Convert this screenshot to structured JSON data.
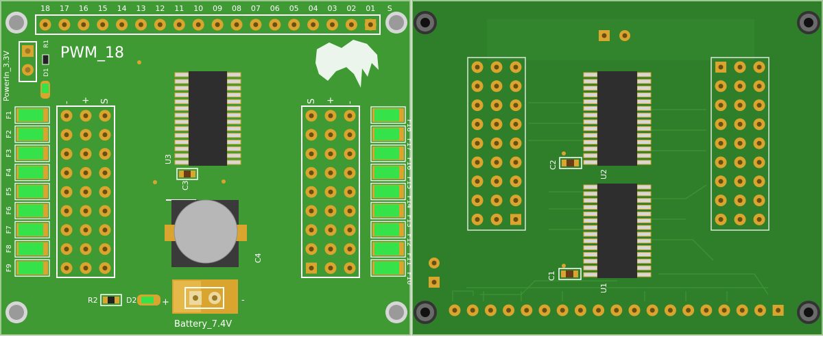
{
  "colors": {
    "board_top": "#3f9a33",
    "board_bottom": "#2f7f2a",
    "copper": "#d9a52e",
    "silk": "#ffffff",
    "ic_body": "#2e2e2e",
    "ic_pin": "#d8d8d8",
    "fuse_body": "#36e24a",
    "capacitor": "#b7b7b7"
  },
  "top_view": {
    "header_numbers": [
      "18",
      "17",
      "16",
      "15",
      "14",
      "13",
      "12",
      "11",
      "10",
      "09",
      "08",
      "07",
      "06",
      "05",
      "04",
      "03",
      "02",
      "01",
      "S"
    ],
    "title": "PWM_18",
    "power_label": "PowerIn_3.3V",
    "r1_label": "R1",
    "d1_label": "D1",
    "left_fuse_labels": [
      "F1",
      "F2",
      "F3",
      "F4",
      "F5",
      "F6",
      "F7",
      "F8",
      "F9"
    ],
    "right_fuse_labels": [
      "F18",
      "F17",
      "F16",
      "F15",
      "F14",
      "F13",
      "F12",
      "F11",
      "F10"
    ],
    "left_header_cols": [
      "-",
      "+",
      "S"
    ],
    "right_header_cols": [
      "S",
      "+",
      "-"
    ],
    "u3_label": "U3",
    "c3_label": "C3",
    "c4_label": "C4",
    "r2_label": "R2",
    "d2_label": "D2",
    "battery_label": "Battery_7.4V",
    "plus_label": "+",
    "minus_label": "-"
  },
  "bottom_view": {
    "c2_label": "C2",
    "u2_label": "U2",
    "c1_label": "C1",
    "u1_label": "U1"
  }
}
